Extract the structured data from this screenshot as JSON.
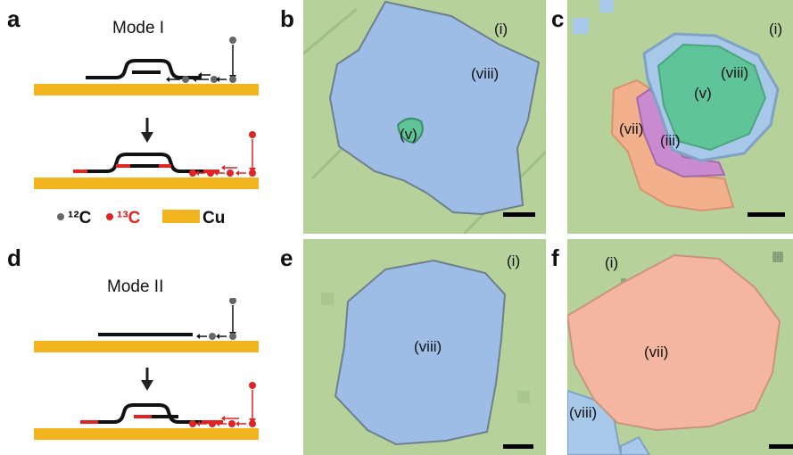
{
  "figure": {
    "panels": {
      "a": {
        "letter": "a",
        "title": "Mode I"
      },
      "b": {
        "letter": "b",
        "labels": [
          "(i)",
          "(viii)",
          "(v)"
        ]
      },
      "c": {
        "letter": "c",
        "labels": [
          "(i)",
          "(viii)",
          "(v)",
          "(vii)",
          "(iii)"
        ]
      },
      "d": {
        "letter": "d",
        "title": "Mode II"
      },
      "e": {
        "letter": "e",
        "labels": [
          "(i)",
          "(viii)"
        ]
      },
      "f": {
        "letter": "f",
        "labels": [
          "(i)",
          "(vii)",
          "(viii)"
        ]
      }
    },
    "legend": {
      "c12": "¹²C",
      "c13": "¹³C",
      "cu": "Cu"
    },
    "colors": {
      "background_green": "#b6d19a",
      "blue_region": "#9dbde6",
      "teal_region": "#5fc497",
      "orange_region": "#f2b08c",
      "purple_region": "#c98ad0",
      "pink_region": "#f4b6a0",
      "copper": "#f3b51f",
      "graphene": "#111111",
      "isotope_13c": "#e02424",
      "isotope_12c": "#666666"
    }
  }
}
